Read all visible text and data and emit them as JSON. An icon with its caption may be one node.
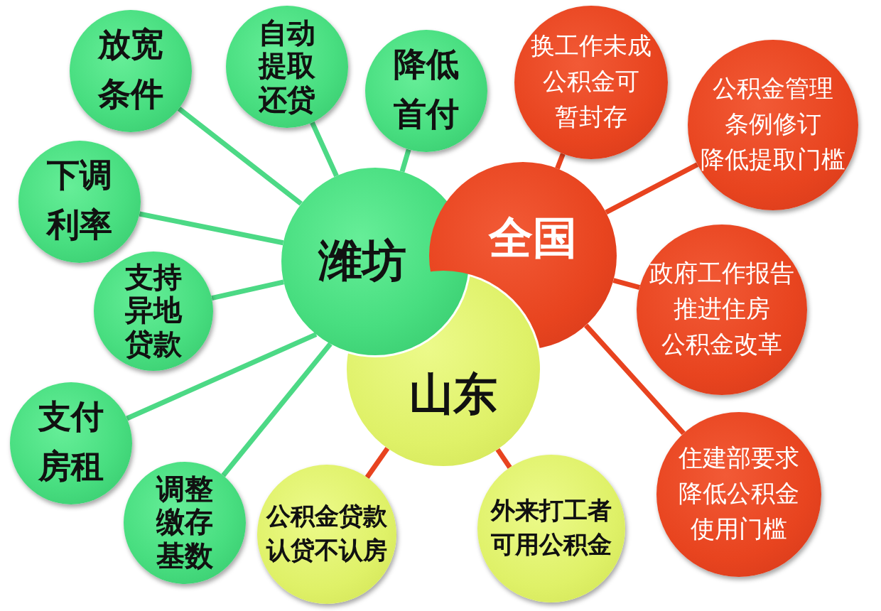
{
  "diagram": {
    "nodes": [
      {
        "text": [
          "潍坊"
        ]
      },
      {
        "text": [
          "全国"
        ]
      },
      {
        "text": [
          "山东"
        ]
      },
      {
        "text": [
          "放宽条件"
        ]
      },
      {
        "text": [
          "自动提取还贷"
        ]
      },
      {
        "text": [
          "降低首付"
        ]
      },
      {
        "text": [
          "下调利率"
        ]
      },
      {
        "text": [
          "支持异地贷款"
        ]
      },
      {
        "text": [
          "支付房租"
        ]
      },
      {
        "text": [
          "调整缴存基数"
        ]
      },
      {
        "text": [
          "换工作未成公积金可暂封存"
        ]
      },
      {
        "text": [
          "公积金管理条例修订降低提取门槛"
        ]
      },
      {
        "text": [
          "政府工作报告推进住房公积金改革"
        ]
      },
      {
        "text": [
          "住建部要求降低公积金使用门槛"
        ]
      },
      {
        "text": [
          "公积金贷款认贷不认房"
        ]
      },
      {
        "text": [
          "外来打工者可用公积金"
        ]
      }
    ],
    "edges": [
      {
        "from": 0,
        "to": 3,
        "arrow": "none"
      },
      {
        "from": 0,
        "to": 4,
        "arrow": "none"
      },
      {
        "from": 0,
        "to": 5,
        "arrow": "none"
      },
      {
        "from": 0,
        "to": 6,
        "arrow": "none"
      },
      {
        "from": 0,
        "to": 7,
        "arrow": "none"
      },
      {
        "from": 0,
        "to": 8,
        "arrow": "none"
      },
      {
        "from": 0,
        "to": 9,
        "arrow": "none"
      },
      {
        "from": 1,
        "to": 10,
        "arrow": "none",
        "color": "#e8431f"
      },
      {
        "from": 1,
        "to": 11,
        "arrow": "none",
        "color": "#e8431f"
      },
      {
        "from": 1,
        "to": 12,
        "arrow": "none",
        "color": "#e8431f"
      },
      {
        "from": 1,
        "to": 13,
        "arrow": "none",
        "color": "#e8431f"
      },
      {
        "from": 2,
        "to": 14,
        "arrow": "none",
        "color": "#e8431f"
      },
      {
        "from": 2,
        "to": 15,
        "arrow": "none",
        "color": "#e8431f"
      }
    ]
  }
}
